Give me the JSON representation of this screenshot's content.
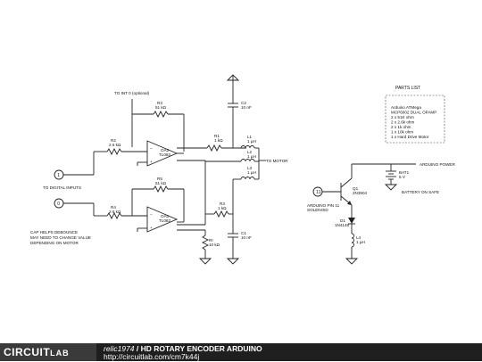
{
  "schematic": {
    "to_int0": "TO INT 0 (optional)",
    "r3": {
      "name": "R3",
      "value": "51 kΩ"
    },
    "r2": {
      "name": "R2",
      "value": "2.6 kΩ"
    },
    "oa2": {
      "name": "OA2",
      "part": "TL082"
    },
    "r1": {
      "name": "R1",
      "value": "1 kΩ"
    },
    "c2": {
      "name": "C2",
      "value": "10 nF"
    },
    "l1": {
      "name": "L1",
      "value": "1 µH"
    },
    "l2": {
      "name": "L2",
      "value": "1 µH"
    },
    "l3": {
      "name": "L3",
      "value": "1 µH"
    },
    "to_motor": "TO MOTOR",
    "input1": "1",
    "input0": "0",
    "to_digital_inputs": "TO DIGITAL INPUTS",
    "r5": {
      "name": "R5",
      "value": "51 kΩ"
    },
    "r4": {
      "name": "R4",
      "value": "2.6 kΩ"
    },
    "oa1": {
      "name": "OA1",
      "part": "TL082"
    },
    "r3b": {
      "name": "R3",
      "value": "1 kΩ"
    },
    "c1": {
      "name": "C1",
      "value": "10 nF"
    },
    "ri": {
      "name": "RI",
      "value": "10 kΩ"
    },
    "cap_note": [
      "CAP HELPS DEBOUNCE",
      "MAY NEED TO CHANGE VALUE",
      "DEPENDING ON MOTOR"
    ],
    "input11": "11",
    "arduino_pin": "ARDUINO PIN 11",
    "solenoid": "SOLENOID",
    "q1": {
      "name": "Q1",
      "part": "2N3904"
    },
    "d1": {
      "name": "D1",
      "part": "1N4148"
    },
    "l4": {
      "name": "L4",
      "value": "1 µH"
    },
    "bat1": {
      "name": "BAT1",
      "value": "5 V"
    },
    "arduino_power": "ARDUINO POWER",
    "battery_on_safe": "BATTERY ON SAFE",
    "parts_title": "PARTS LIST",
    "parts": [
      "Arduino ATMega",
      "MCP6002 DUAL OPAMP",
      "2 x 51K ohm",
      "2 x 2.6k ohm",
      "2 x 1k ohm",
      "1 x 10k ohm",
      "1 x Hard Drive Motor"
    ]
  },
  "footer": {
    "logo_text": "CIRCUIT",
    "logo_sub": "LAB",
    "user": "relic1974",
    "sep": " / ",
    "title": "HD ROTARY ENCODER ARDUINO",
    "url": "http://circuitlab.com/cm7k44j"
  }
}
